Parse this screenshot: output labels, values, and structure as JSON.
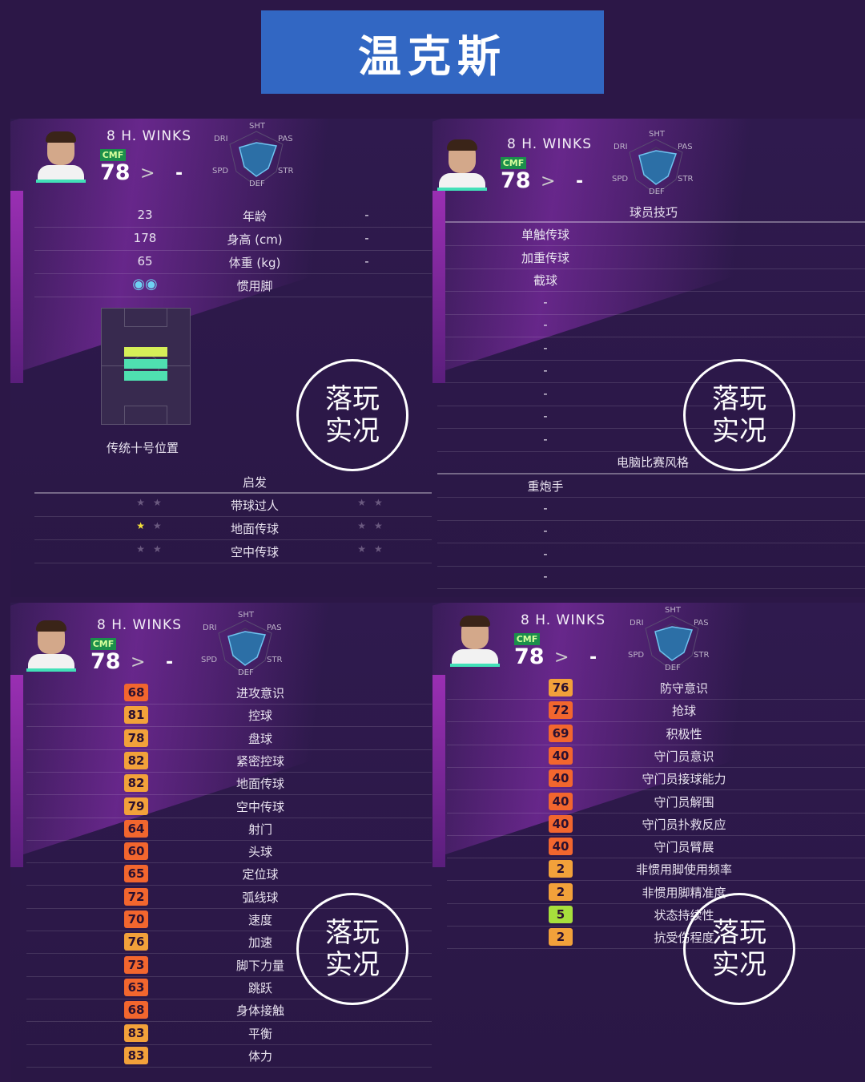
{
  "title": "温克斯",
  "player": {
    "name": "8  H. WINKS",
    "position": "CMF",
    "overall": "78",
    "arrow": ">",
    "dash": "-"
  },
  "radar_labels": {
    "sht": "SHT",
    "pas": "PAS",
    "dri": "DRI",
    "str": "STR",
    "spd": "SPD",
    "def": "DEF"
  },
  "watermark": {
    "line1": "落玩",
    "line2": "实况"
  },
  "panel1": {
    "info": [
      {
        "value": "23",
        "label": "年龄",
        "extra": "-"
      },
      {
        "value": "178",
        "label": "身高 (cm)",
        "extra": "-"
      },
      {
        "value": "65",
        "label": "体重 (kg)",
        "extra": "-"
      },
      {
        "value": "",
        "label": "惯用脚",
        "extra": ""
      }
    ],
    "playstyle": "传统十号位置",
    "condition_header": "启发",
    "skills": [
      {
        "label": "带球过人",
        "left_on": 0
      },
      {
        "label": "地面传球",
        "left_on": 1
      },
      {
        "label": "空中传球",
        "left_on": 0
      }
    ]
  },
  "panel2": {
    "skills_header": "球员技巧",
    "skills": [
      "单触传球",
      "加重传球",
      "截球",
      "-",
      "-",
      "-",
      "-",
      "-",
      "-",
      "-"
    ],
    "ai_header": "电脑比赛风格",
    "ai_styles": [
      "重炮手",
      "-",
      "-",
      "-",
      "-"
    ]
  },
  "panel3": {
    "stats": [
      {
        "value": "68",
        "label": "进攻意识",
        "color": "#f2662e"
      },
      {
        "value": "81",
        "label": "控球",
        "color": "#f2a13a"
      },
      {
        "value": "78",
        "label": "盘球",
        "color": "#f2a13a"
      },
      {
        "value": "82",
        "label": "紧密控球",
        "color": "#f2a13a"
      },
      {
        "value": "82",
        "label": "地面传球",
        "color": "#f2a13a"
      },
      {
        "value": "79",
        "label": "空中传球",
        "color": "#f2a13a"
      },
      {
        "value": "64",
        "label": "射门",
        "color": "#f2662e"
      },
      {
        "value": "60",
        "label": "头球",
        "color": "#f2662e"
      },
      {
        "value": "65",
        "label": "定位球",
        "color": "#f2662e"
      },
      {
        "value": "72",
        "label": "弧线球",
        "color": "#f2662e"
      },
      {
        "value": "70",
        "label": "速度",
        "color": "#f2662e"
      },
      {
        "value": "76",
        "label": "加速",
        "color": "#f2a13a"
      },
      {
        "value": "73",
        "label": "脚下力量",
        "color": "#f2662e"
      },
      {
        "value": "63",
        "label": "跳跃",
        "color": "#f2662e"
      },
      {
        "value": "68",
        "label": "身体接触",
        "color": "#f2662e"
      },
      {
        "value": "83",
        "label": "平衡",
        "color": "#f2a13a"
      },
      {
        "value": "83",
        "label": "体力",
        "color": "#f2a13a"
      }
    ]
  },
  "panel4": {
    "stats": [
      {
        "value": "76",
        "label": "防守意识",
        "color": "#f2a13a"
      },
      {
        "value": "72",
        "label": "抢球",
        "color": "#f2662e"
      },
      {
        "value": "69",
        "label": "积极性",
        "color": "#f2662e"
      },
      {
        "value": "40",
        "label": "守门员意识",
        "color": "#f2662e"
      },
      {
        "value": "40",
        "label": "守门员接球能力",
        "color": "#f2662e"
      },
      {
        "value": "40",
        "label": "守门员解围",
        "color": "#f2662e"
      },
      {
        "value": "40",
        "label": "守门员扑救反应",
        "color": "#f2662e"
      },
      {
        "value": "40",
        "label": "守门员臂展",
        "color": "#f2662e"
      },
      {
        "value": "2",
        "label": "非惯用脚使用频率",
        "color": "#f2a13a"
      },
      {
        "value": "2",
        "label": "非惯用脚精准度",
        "color": "#f2a13a"
      },
      {
        "value": "5",
        "label": "状态持续性",
        "color": "#a7df3c"
      },
      {
        "value": "2",
        "label": "抗受伤程度",
        "color": "#f2a13a"
      }
    ]
  }
}
